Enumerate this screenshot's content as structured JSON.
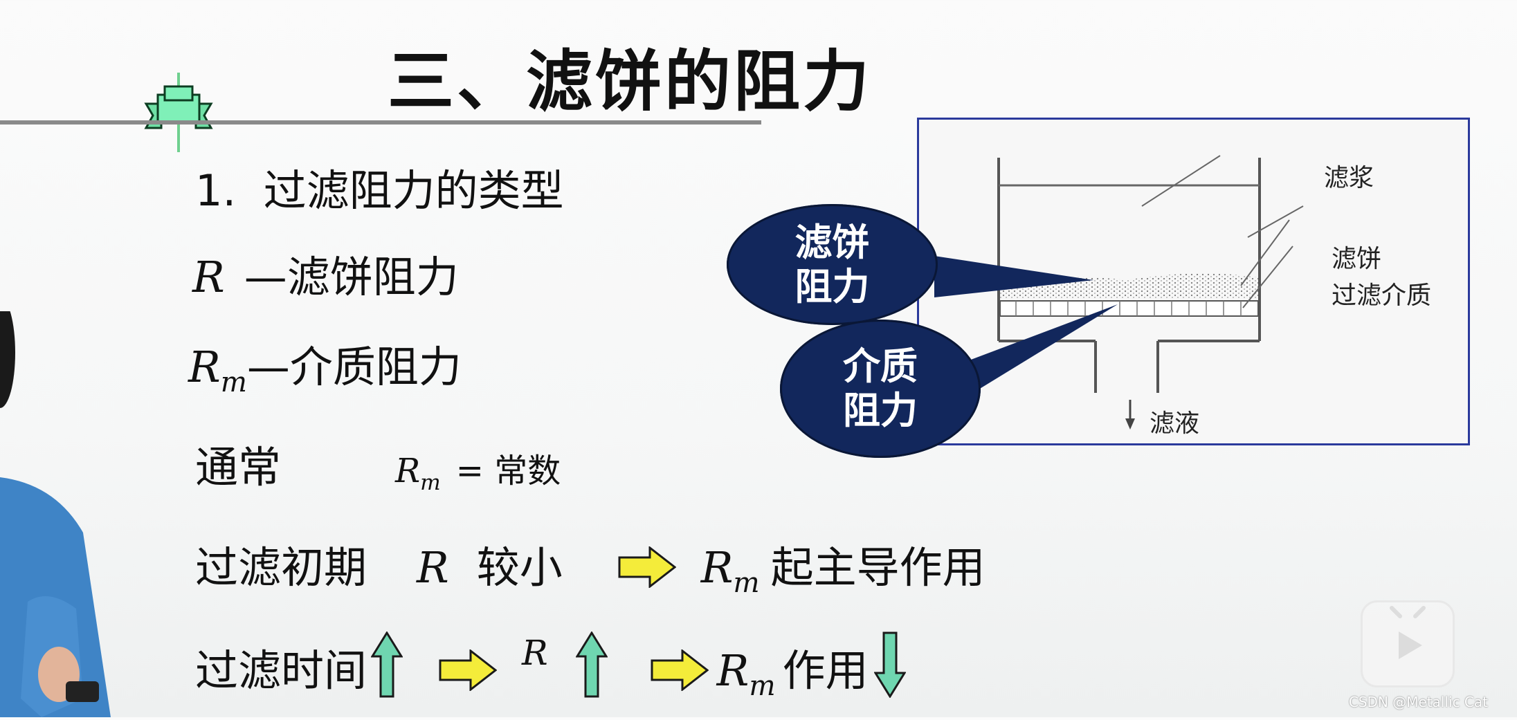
{
  "slide": {
    "title": "三、滤饼的阻力",
    "heading": "1.  过滤阻力的类型",
    "r_def": {
      "symbol": "R",
      "text": "—滤饼阻力"
    },
    "rm_def": {
      "symbol": "R",
      "sub": "m",
      "text": "—介质阻力"
    },
    "usually": {
      "label": "通常",
      "symbol": "R",
      "sub": "m",
      "eq": "= 常数"
    },
    "early": {
      "label": "过滤初期",
      "symbol": "R",
      "mid": "较小",
      "symbol2": "R",
      "sub2": "m",
      "result": "起主导作用"
    },
    "time": {
      "label": "过滤时间",
      "symbol": "R",
      "symbol2": "R",
      "sub2": "m",
      "result": "作用"
    }
  },
  "diagram": {
    "labels": [
      "滤浆",
      "滤饼",
      "过滤介质",
      "滤液"
    ],
    "bubble_cake": "滤饼\n阻力",
    "bubble_medium": "介质\n阻力"
  },
  "colors": {
    "bubble": "#12275c",
    "up_arrow": "#6fd6b0",
    "right_arrow": "#f4ec3a",
    "box_border": "#2b3a9c"
  },
  "icons": [
    "banner-ribbon-icon",
    "arrow-up-icon",
    "arrow-right-icon",
    "arrow-down-icon",
    "video-play-logo-icon"
  ],
  "watermark": "CSDN @Metallic Cat"
}
